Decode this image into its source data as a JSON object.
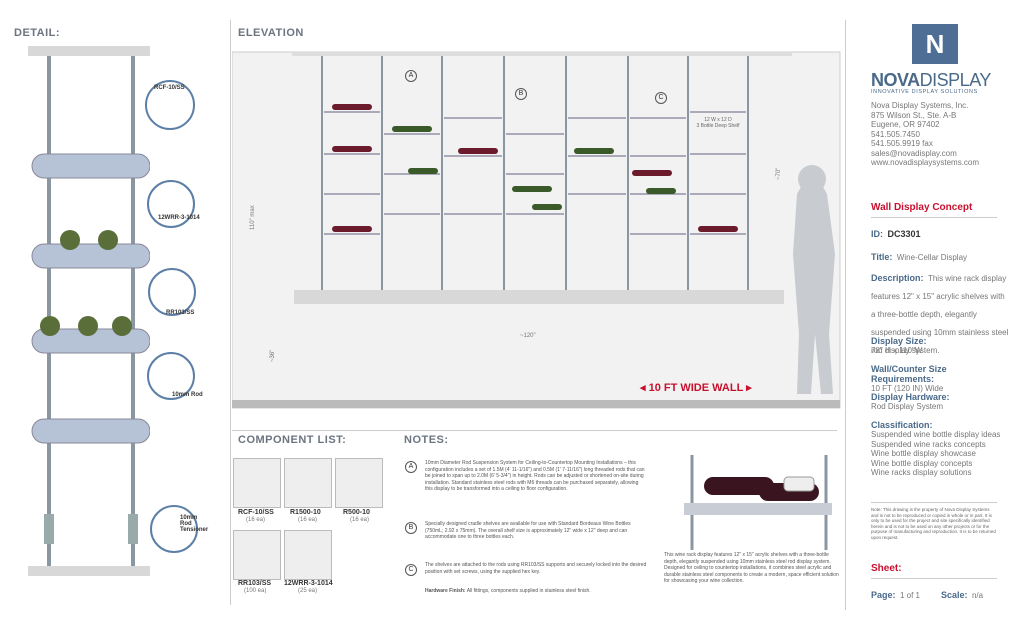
{
  "sections": {
    "detail": "DETAIL:",
    "elevation": "ELEVATION",
    "components": "COMPONENT LIST:",
    "notes": "NOTES:"
  },
  "detail_labels": {
    "rcf": "RCF-10/SS",
    "wrr": "12WRR-3-1014",
    "rr103": "RR103/SS",
    "rod": "10mm Rod",
    "tens": "10mm\nRod\nTensioner"
  },
  "elevation": {
    "callouts": [
      "A",
      "B",
      "C"
    ],
    "bag_note": "12 W x 12 D\n3 Bottle Deep Shelf",
    "dim_height": "110\" max",
    "dim_right": "~70\"",
    "dim_counter": "~36\"",
    "dim_width": "~120\"",
    "wall_label": "10 FT WIDE WALL"
  },
  "components": [
    {
      "code": "RCF-10/SS",
      "qty": "(16 ea)"
    },
    {
      "code": "R1500-10",
      "qty": "(16 ea)"
    },
    {
      "code": "R500-10",
      "qty": "(16 ea)"
    },
    {
      "code": "RR103/SS",
      "qty": "(100 ea)"
    },
    {
      "code": "12WRR-3-1014",
      "qty": "(25 ea)"
    }
  ],
  "notes": [
    {
      "letter": "A",
      "text": "10mm Diameter Rod Suspension System for Ceiling-to-Countertop Mounting Installations – this configuration includes a set of 1.5M (4' 11-1/16\") and 0.5M (1' 7-11/16\") long threaded rods that can be joined to span up to 2.0M (6' 5-3/4\") in height. Rods can be adjusted or shortened on-site during installation. Standard stainless steel rods with M6 threads can be purchased separately, allowing this display to be transformed into a ceiling to floor configuration."
    },
    {
      "letter": "B",
      "text": "Specially designed cradle shelves are available for use with Standard Bordeaux Wine Bottles (750mL; 2.92 x 75mm). The overall shelf size is approximately 12\" wide x 12\" deep and can accommodate one to three bottles each."
    },
    {
      "letter": "C",
      "text": "The shelves are attached to the rods using RR103/SS supports and securely locked into the desired position with set screws, using the supplied hex key."
    }
  ],
  "hardware_finish_label": "Hardware Finish:",
  "hardware_finish": "All fittings, components supplied in stainless steel finish.",
  "photo_caption": "This wine rack display features 12\" x 15\" acrylic shelves with a three-bottle depth, elegantly suspended using 10mm stainless steel rod display system. Designed for ceiling to countertop installations, it combines steel acrylic and durable stainless steel components to create a modern, space efficient solution for showcasing your wine collection.",
  "company": {
    "brand1": "NOVA",
    "brand2": "DISPLAY",
    "tagline": "INNOVATIVE DISPLAY SOLUTIONS",
    "lines": [
      "Nova Display Systems, Inc.",
      "875 Wilson St., Ste. A-B",
      "Eugene, OR 97402",
      "541.505.7450",
      "541.505.9919 fax",
      "sales@novadisplay.com",
      "www.novadisplaysystems.com"
    ]
  },
  "concept": {
    "heading": "Wall Display Concept",
    "id_label": "ID:",
    "id": "DC3301",
    "title_label": "Title:",
    "title": "Wine-Cellar Display",
    "desc_label": "Description:",
    "desc": "This wine rack display features 12\" x 15\" acrylic shelves with a three-bottle depth, elegantly suspended using 10mm stainless steel rod display system.",
    "size_label": "Display Size:",
    "size": "78\" H x 110\"W",
    "wall_label": "Wall/Counter Size Requirements:",
    "wall": "10 FT (120 IN) Wide",
    "hw_label": "Display Hardware:",
    "hw": "Rod Display System",
    "class_label": "Classification:",
    "class": [
      "Suspended wine bottle display ideas",
      "Suspended wine racks concepts",
      "Wine bottle display showcase",
      "Wine bottle display concepts",
      "Wine racks display solutions"
    ],
    "legal": "Note: This drawing is the property of Nova Display Systems and is not to be reproduced or copied in whole or in part. It is only to be used for the project and site specifically identified herein and is not to be used on any other projects or for the purpose of manufacturing and reproduction. It is to be returned upon request.",
    "sheet_label": "Sheet:",
    "page_label": "Page:",
    "page": "1 of 1",
    "scale_label": "Scale:",
    "scale": "n/a"
  },
  "colors": {
    "accent": "#c8102e",
    "blue": "#4a6a8a",
    "rod": "#8a96a0"
  }
}
